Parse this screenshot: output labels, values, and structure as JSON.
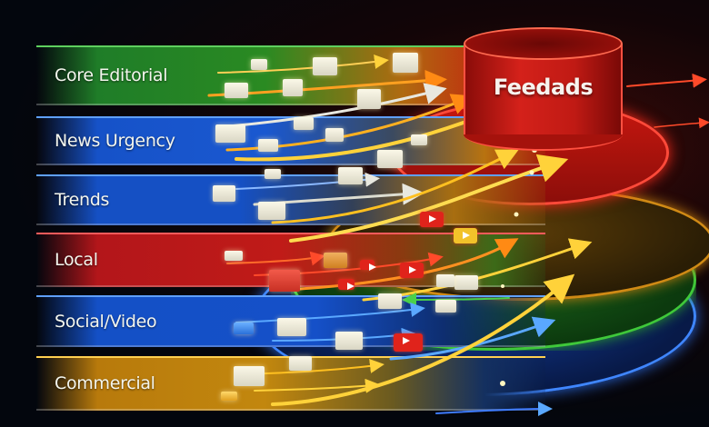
{
  "diagram": {
    "title": "Feedads",
    "destination": {
      "label": "Feedads",
      "icon": "cylinder-funnel-icon",
      "color": "#c8180f"
    },
    "sources": [
      {
        "label": "Core Editorial",
        "color": "#228a24"
      },
      {
        "label": "News Urgency",
        "color": "#1754cc"
      },
      {
        "label": "Trends",
        "color": "#1550c4"
      },
      {
        "label": "Local",
        "color": "#c01b18"
      },
      {
        "label": "Social/Video",
        "color": "#1550c8"
      },
      {
        "label": "Commercial",
        "color": "#c2870e"
      }
    ],
    "elements": {
      "content_card_icon": "document-card-icon",
      "video_icon": "play-video-icon",
      "flow_arrow_icon": "arrow-icon"
    },
    "accent_colors": {
      "arrow_yellow": "#ffd23a",
      "arrow_orange": "#ff8a14",
      "ring_amber": "#d08a15",
      "ring_green": "#3fc83a",
      "ring_blue": "#3f86ff",
      "ring_red": "#ff4a3a",
      "background": "#03060d"
    }
  }
}
